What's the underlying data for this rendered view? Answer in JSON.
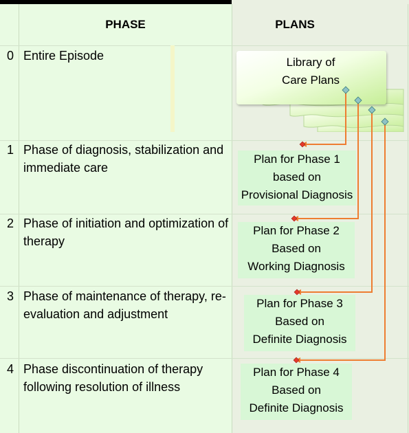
{
  "headers": {
    "phase": "PHASE",
    "plans": "PLANS"
  },
  "rows": [
    {
      "num": "0",
      "text": "Entire Episode"
    },
    {
      "num": "1",
      "text": "Phase of diagnosis, stabilization and immediate care"
    },
    {
      "num": "2",
      "text": "Phase of initiation and optimization of therapy"
    },
    {
      "num": "3",
      "text": "Phase of maintenance of therapy, re-evaluation and adjustment"
    },
    {
      "num": "4",
      "text": "Phase discontinuation of therapy following resolution of illness"
    }
  ],
  "library": {
    "line1": "Library of",
    "line2": "Care Plans"
  },
  "plans": [
    {
      "line1": "Plan for Phase 1",
      "line2": "based on",
      "line3": "Provisional Diagnosis"
    },
    {
      "line1": "Plan for Phase 2",
      "line2": "Based on",
      "line3": "Working Diagnosis"
    },
    {
      "line1": "Plan for Phase 3",
      "line2": "Based on",
      "line3": "Definite Diagnosis"
    },
    {
      "line1": "Plan for Phase 4",
      "line2": "Based on",
      "line3": "Definite Diagnosis"
    }
  ],
  "colors": {
    "arrow": "#ee7d31",
    "diamond": "#8fc3c5",
    "diamond_red": "#e5382b",
    "box": "#d8f7d6",
    "phase_bg": "#e9fbe3"
  }
}
